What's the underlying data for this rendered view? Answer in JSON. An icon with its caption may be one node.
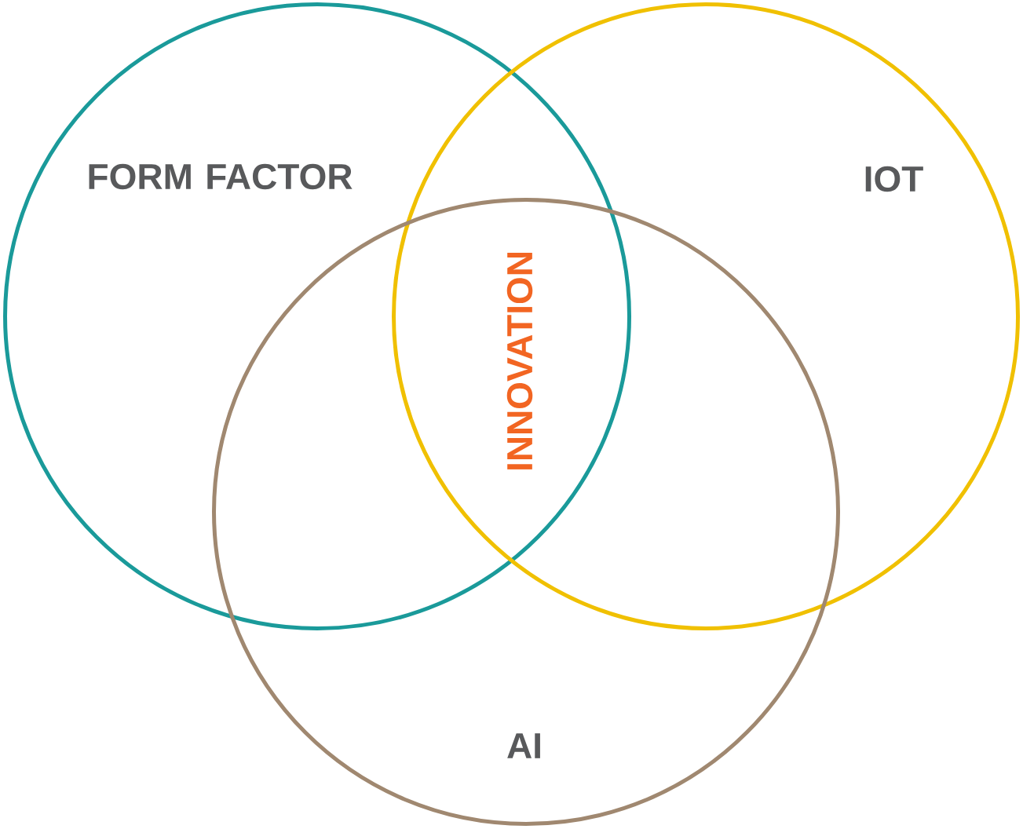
{
  "diagram": {
    "nodes": [
      {
        "text": [
          "FORM FACTOR"
        ]
      },
      {
        "text": [
          "IOT"
        ]
      },
      {
        "text": [
          "AI"
        ]
      }
    ],
    "labels": [
      "INNOVATION"
    ]
  }
}
